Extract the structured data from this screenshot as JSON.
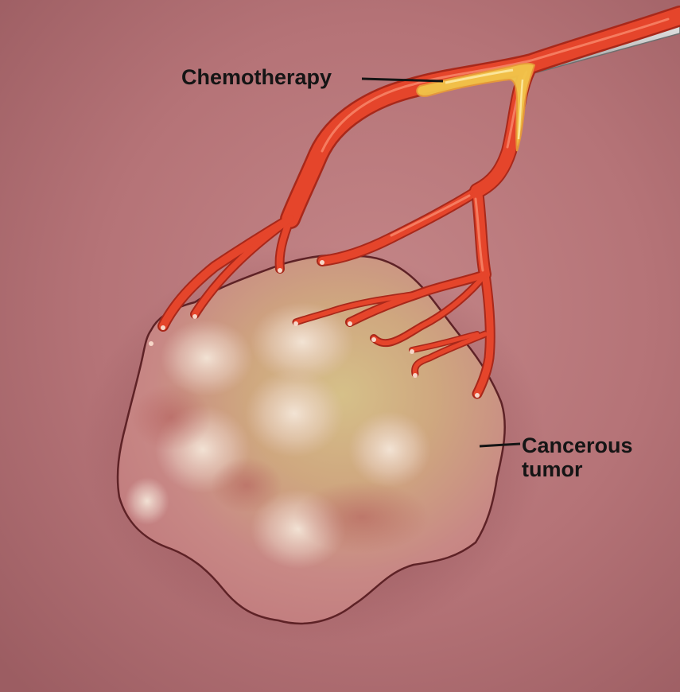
{
  "labels": {
    "chemotherapy": "Chemotherapy",
    "tumor_line1": "Cancerous",
    "tumor_line2": "tumor"
  },
  "colors": {
    "background": "#b8767a",
    "vessel": "#e84a2e",
    "vessel_dark": "#b82a1c",
    "vessel_highlight": "#f7836a",
    "chemo_drug": "#f2c84b",
    "tumor_edge": "#7a2a2e",
    "tumor_body": "#c98584",
    "tumor_core": "#c9b07a",
    "catheter": "#d6d6d6",
    "label_text": "#151515"
  },
  "icons": {
    "catheter": "catheter-icon",
    "vessels": "artery-tree-icon",
    "tumor": "tumor-mass-icon"
  }
}
